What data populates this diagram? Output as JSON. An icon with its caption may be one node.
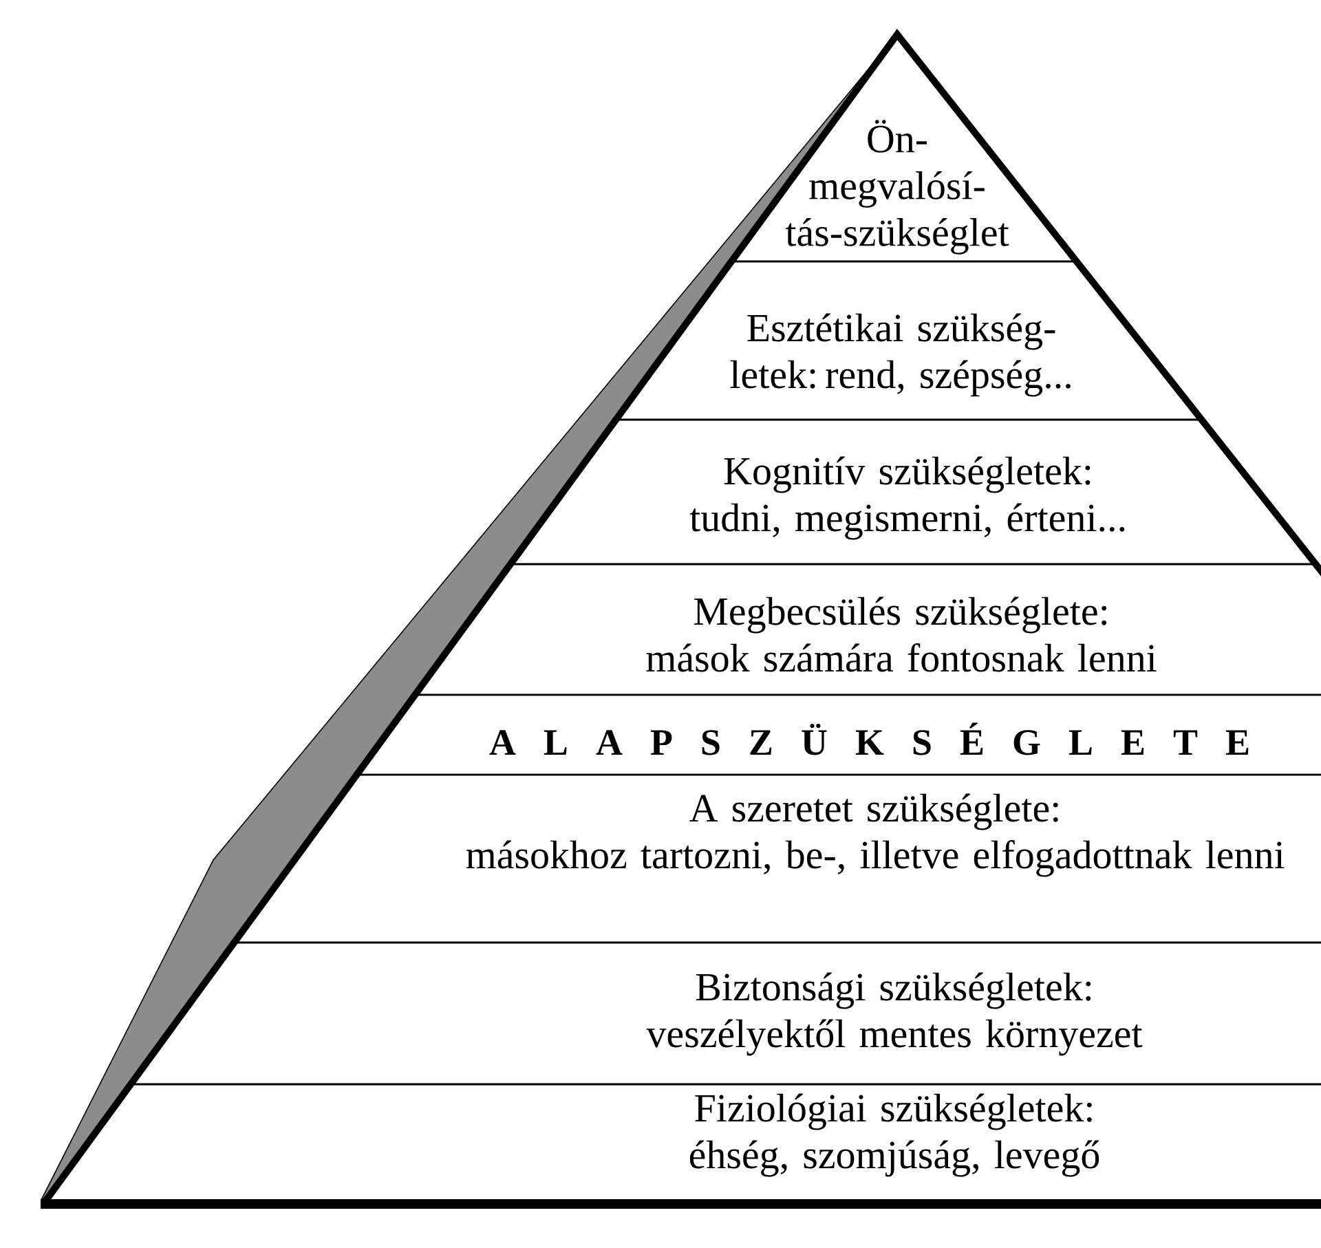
{
  "diagram": {
    "nodes": [
      {
        "text": [
          "Ön- megvalósí- tás-szükséglet"
        ]
      },
      {
        "text": [
          "Esztétikai szükség- letek: rend, szépség..."
        ]
      },
      {
        "text": [
          "Kognitív szükségletek: tudni, megismerni, érteni..."
        ]
      },
      {
        "text": [
          "Megbecsülés szükséglete: mások számára fontosnak lenni"
        ]
      },
      {
        "text": [
          "A L A P S Z Ü K S É G L E T E"
        ]
      },
      {
        "text": [
          "A szeretet szükséglete: másokhoz tartozni, be-, illetve elfogadottnak lenni"
        ]
      },
      {
        "text": [
          "Biztonsági szükségletek: veszélyektől mentes környezet"
        ]
      },
      {
        "text": [
          "Fiziológiai szükségletek: éhség, szomjúság, levegő"
        ]
      }
    ]
  }
}
